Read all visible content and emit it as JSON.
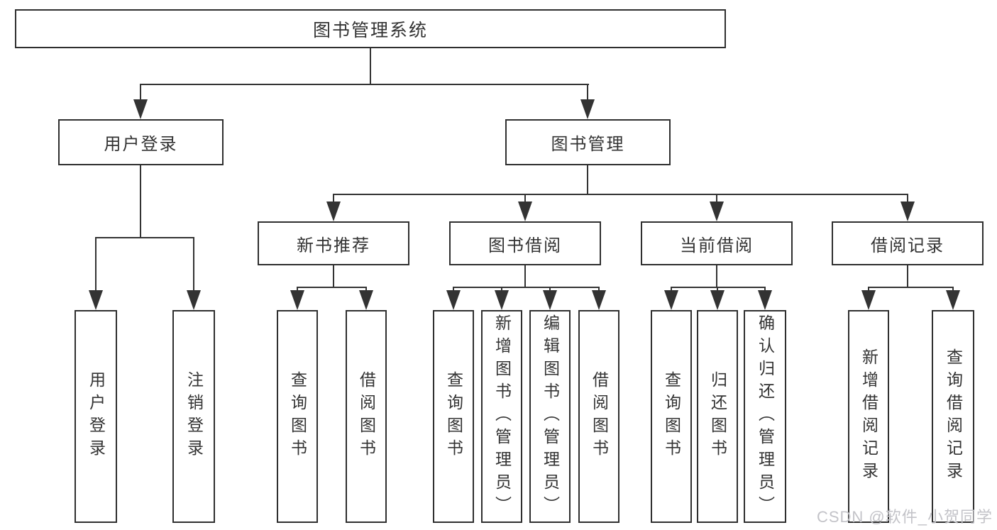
{
  "diagram": {
    "root": "图书管理系统",
    "branches": {
      "user_login": {
        "label": "用户登录",
        "children": {
          "login": "用户登录",
          "logout": "注销登录"
        }
      },
      "book_management": {
        "label": "图书管理",
        "children": {
          "new_book_recommend": {
            "label": "新书推荐",
            "children": {
              "query_book": "查询图书",
              "borrow_book": "借阅图书"
            }
          },
          "book_borrow": {
            "label": "图书借阅",
            "children": {
              "query_book": "查询图书",
              "add_book": "新增图书（管理员）",
              "edit_book": "编辑图书（管理员）",
              "borrow_book": "借阅图书"
            }
          },
          "current_borrow": {
            "label": "当前借阅",
            "children": {
              "query_book": "查询图书",
              "return_book": "归还图书",
              "confirm_return": "确认归还（管理员）"
            }
          },
          "borrow_record": {
            "label": "借阅记录",
            "children": {
              "add_record": "新增借阅记录",
              "query_record": "查询借阅记录"
            }
          }
        }
      }
    }
  },
  "watermark": "CSDN @软件_小贺同学",
  "colors": {
    "line": "#333333",
    "box_border": "#2f2f2f",
    "text": "#333333",
    "watermark": "#c3c3c8",
    "background": "#ffffff"
  }
}
